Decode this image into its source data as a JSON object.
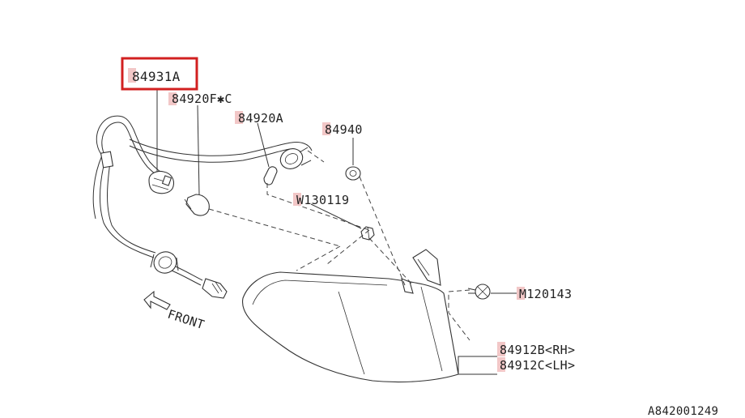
{
  "diagram": {
    "selected_part": "84931A",
    "selected_color": "#d22020",
    "highlight_color": "#f2c7c7",
    "labels": {
      "part_84931A": "84931A",
      "part_84920F": "84920F✱C",
      "part_84920A": "84920A",
      "part_84940": "84940",
      "part_W130119": "W130119",
      "part_M120143": "M120143",
      "part_84912B": "84912B<RH>",
      "part_84912C": "84912C<LH>",
      "front": "FRONT",
      "figure_id": "A842001249"
    }
  }
}
